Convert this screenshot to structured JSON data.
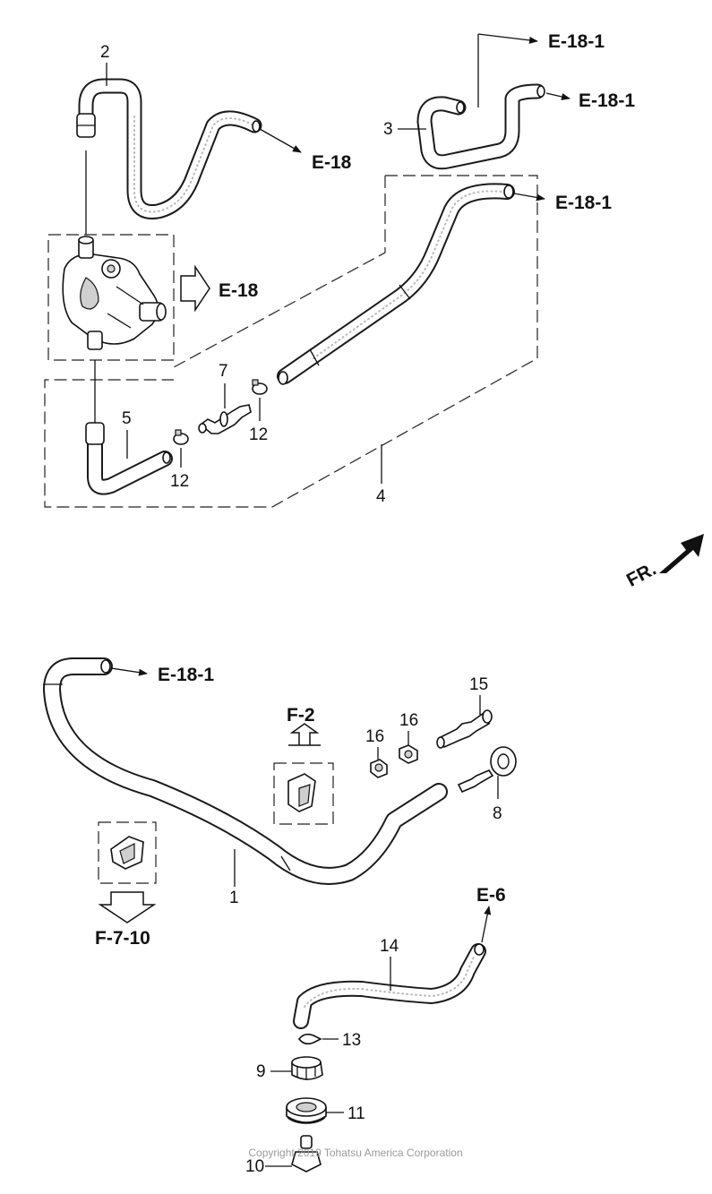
{
  "callouts": {
    "p1": "1",
    "p2": "2",
    "p3": "3",
    "p4": "4",
    "p5": "5",
    "p7": "7",
    "p8": "8",
    "p9": "9",
    "p10": "10",
    "p11": "11",
    "p12a": "12",
    "p12b": "12",
    "p13": "13",
    "p14": "14",
    "p15": "15",
    "p16a": "16",
    "p16b": "16"
  },
  "refs": {
    "e18_a": "E-18",
    "e18_b": "E-18",
    "e1811_a": "E-18-1",
    "e1811_b": "E-18-1",
    "e1811_c": "E-18-1",
    "e1811_d": "E-18-1",
    "f2": "F-2",
    "f710": "F-7-10",
    "e6": "E-6"
  },
  "direction_label": "FR.",
  "copyright": "Copyright 2019 Tohatsu America Corporation"
}
